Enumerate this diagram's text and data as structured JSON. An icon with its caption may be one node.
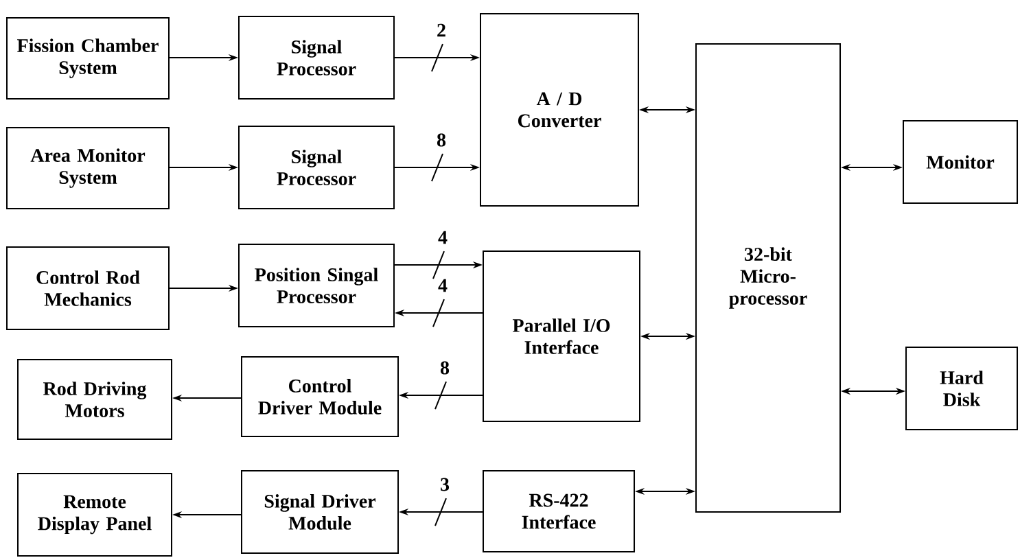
{
  "diagram": {
    "nodes": [
      {
        "text": [
          "Fission Chamber System"
        ]
      },
      {
        "text": [
          "Signal Processor"
        ]
      },
      {
        "text": [
          "A / D Converter"
        ]
      },
      {
        "text": [
          "32-bit Micro- processor"
        ]
      },
      {
        "text": [
          "Monitor"
        ]
      },
      {
        "text": [
          "Area Monitor System"
        ]
      },
      {
        "text": [
          "Signal Processor"
        ]
      },
      {
        "text": [
          "Control Rod Mechanics"
        ]
      },
      {
        "text": [
          "Position Singal Processor"
        ]
      },
      {
        "text": [
          "Parallel I/O Interface"
        ]
      },
      {
        "text": [
          "Hard Disk"
        ]
      },
      {
        "text": [
          "Rod Driving Motors"
        ]
      },
      {
        "text": [
          "Control Driver Module"
        ]
      },
      {
        "text": [
          "Remote Display Panel"
        ]
      },
      {
        "text": [
          "Signal Driver Module"
        ]
      },
      {
        "text": [
          "RS-422 Interface"
        ]
      }
    ],
    "edges": [
      {
        "from": 0,
        "to": 1,
        "arrow": "to"
      },
      {
        "from": 1,
        "to": 2,
        "arrow": "to",
        "label": "2"
      },
      {
        "from": 5,
        "to": 6,
        "arrow": "to"
      },
      {
        "from": 6,
        "to": 2,
        "arrow": "to",
        "label": "8"
      },
      {
        "from": 2,
        "to": 3,
        "arrow": "both"
      },
      {
        "from": 3,
        "to": 4,
        "arrow": "both"
      },
      {
        "from": 7,
        "to": 8,
        "arrow": "to"
      },
      {
        "from": 8,
        "to": 9,
        "arrow": "to",
        "label": "4"
      },
      {
        "from": 9,
        "to": 8,
        "arrow": "to",
        "label": "4"
      },
      {
        "from": 9,
        "to": 3,
        "arrow": "both"
      },
      {
        "from": 3,
        "to": 10,
        "arrow": "both"
      },
      {
        "from": 9,
        "to": 12,
        "arrow": "to",
        "label": "8"
      },
      {
        "from": 12,
        "to": 11,
        "arrow": "to"
      },
      {
        "from": 15,
        "to": 14,
        "arrow": "to",
        "label": "3"
      },
      {
        "from": 14,
        "to": 13,
        "arrow": "to"
      },
      {
        "from": 15,
        "to": 3,
        "arrow": "both"
      }
    ]
  }
}
